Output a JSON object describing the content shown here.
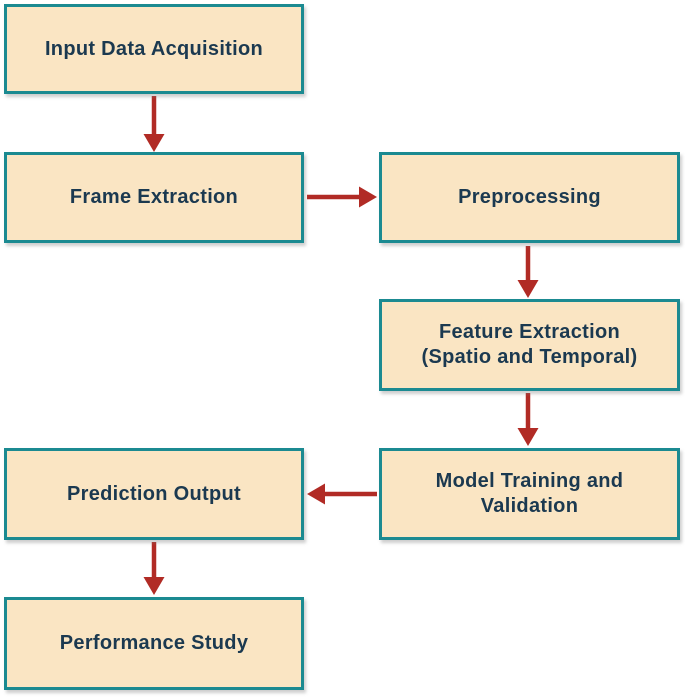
{
  "diagram": {
    "type": "flowchart",
    "nodes": [
      {
        "id": "input-data-acquisition",
        "label": "Input Data Acquisition"
      },
      {
        "id": "frame-extraction",
        "label": "Frame Extraction"
      },
      {
        "id": "preprocessing",
        "label": "Preprocessing"
      },
      {
        "id": "feature-extraction",
        "label": "Feature Extraction\n(Spatio and Temporal)"
      },
      {
        "id": "model-training-validation",
        "label": "Model Training and\nValidation"
      },
      {
        "id": "prediction-output",
        "label": "Prediction Output"
      },
      {
        "id": "performance-study",
        "label": "Performance Study"
      }
    ],
    "edges": [
      {
        "from": "input-data-acquisition",
        "to": "frame-extraction",
        "direction": "down"
      },
      {
        "from": "frame-extraction",
        "to": "preprocessing",
        "direction": "right"
      },
      {
        "from": "preprocessing",
        "to": "feature-extraction",
        "direction": "down"
      },
      {
        "from": "feature-extraction",
        "to": "model-training-validation",
        "direction": "down"
      },
      {
        "from": "model-training-validation",
        "to": "prediction-output",
        "direction": "left"
      },
      {
        "from": "prediction-output",
        "to": "performance-study",
        "direction": "down"
      }
    ],
    "colors": {
      "node_fill": "#FAE5C3",
      "node_border": "#1B8A91",
      "arrow": "#B12B25",
      "text": "#1B3950",
      "background": "#FFFFFF"
    }
  }
}
